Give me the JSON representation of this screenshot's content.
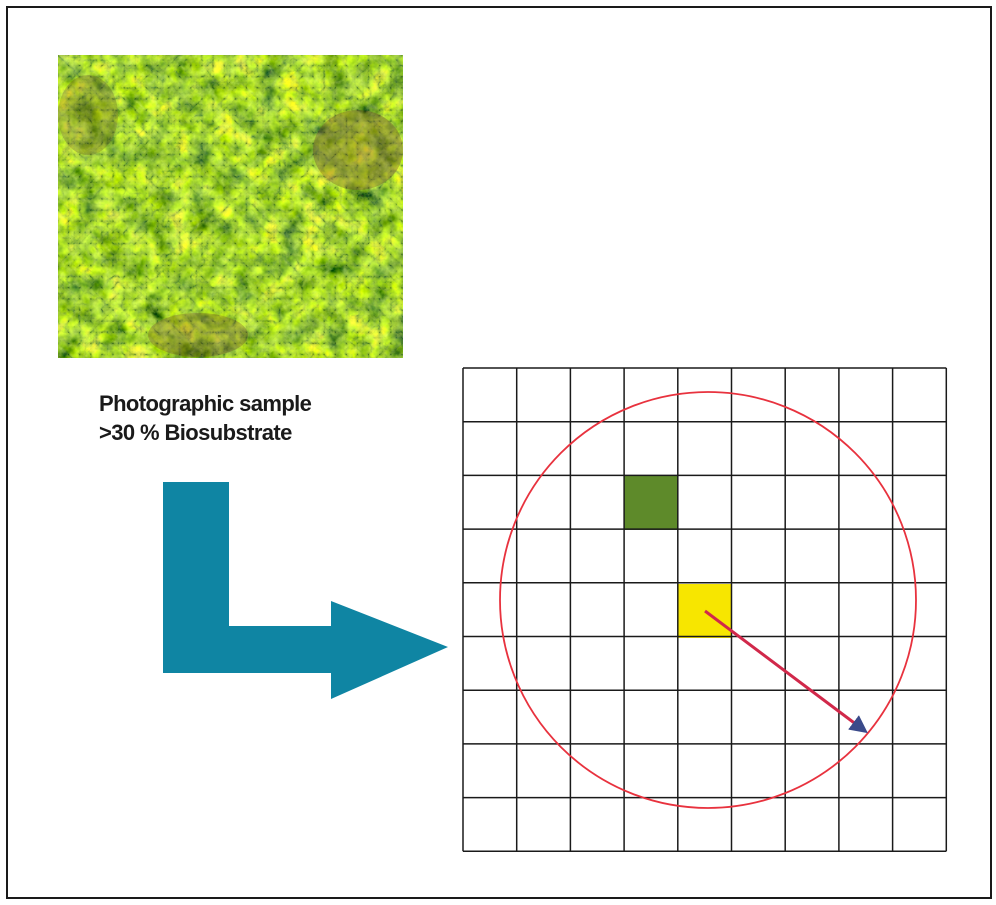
{
  "caption": {
    "line1": "Photographic sample",
    "line2": ">30 % Biosubstrate"
  },
  "photo": {
    "subject": "underwater algae biosubstrate"
  },
  "grid": {
    "columns": 9,
    "rows": 9,
    "highlighted_cells": [
      {
        "name": "green-cell",
        "color": "#5e8a2a"
      },
      {
        "name": "yellow-cell",
        "color": "#f7e600"
      }
    ],
    "circle_color": "#e8323e",
    "radius_arrow_color": "#d1284a"
  },
  "colors": {
    "flow_arrow": "#0f85a3",
    "line": "#1a1a1a"
  }
}
